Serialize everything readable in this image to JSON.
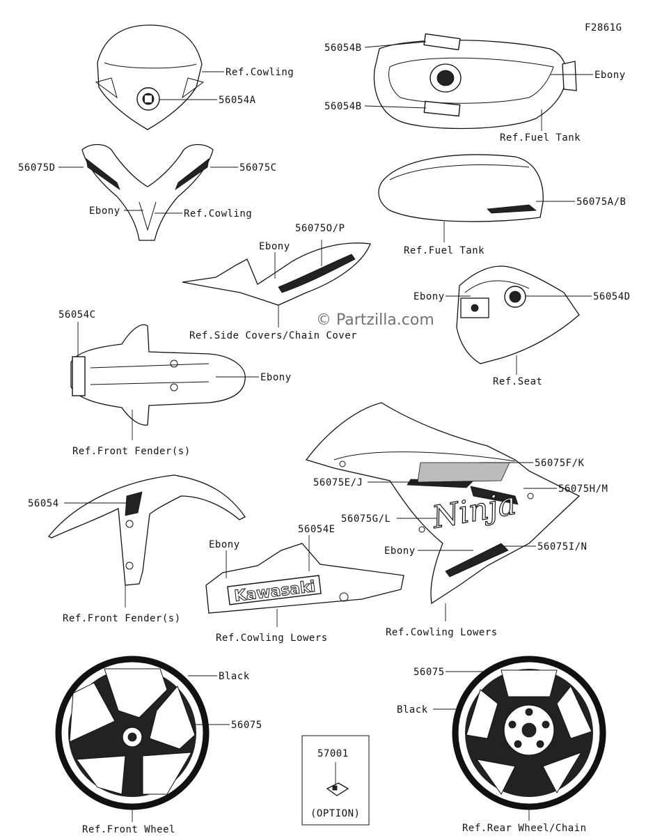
{
  "diagram_code": "F2861G",
  "watermark": "© Partzilla.com",
  "labels": {
    "windscreen_ref": "Ref.Cowling",
    "windscreen_part": "56054A",
    "tank_top_b1": "56054B",
    "tank_top_b2": "56054B",
    "tank_color": "Ebony",
    "tank_ref": "Ref.Fuel Tank",
    "upper_cowl_left": "56075D",
    "upper_cowl_right": "56075C",
    "upper_cowl_color": "Ebony",
    "upper_cowl_ref": "Ref.Cowling",
    "tank_side_part": "56075A/B",
    "tank_side_ref": "Ref.Fuel Tank",
    "side_cover_part": "56075O/P",
    "side_cover_color": "Ebony",
    "side_cover_ref": "Ref.Side Covers/Chain Cover",
    "seat_color": "Ebony",
    "seat_part": "56054D",
    "seat_ref": "Ref.Seat",
    "fender_top_part": "56054C",
    "fender_top_color": "Ebony",
    "fender_top_ref": "Ref.Front Fender(s)",
    "fender_side_part": "56054",
    "fender_side_ref": "Ref.Front Fender(s)",
    "lower_part": "56054E",
    "lower_color": "Ebony",
    "lower_ref": "Ref.Cowling Lowers",
    "side_fk": "56075F/K",
    "side_ej": "56075E/J",
    "side_hm": "56075H/M",
    "side_gl": "56075G/L",
    "side_color": "Ebony",
    "side_in": "56075I/N",
    "side_ref": "Ref.Cowling Lowers",
    "front_wheel_color": "Black",
    "front_wheel_part": "56075",
    "front_wheel_ref": "Ref.Front Wheel",
    "option_part": "57001",
    "option_text": "(OPTION)",
    "rear_wheel_part": "56075",
    "rear_wheel_color": "Black",
    "rear_wheel_ref": "Ref.Rear Wheel/Chain",
    "decal_kawasaki": "Kawasaki",
    "decal_ninja": "Ninja"
  }
}
